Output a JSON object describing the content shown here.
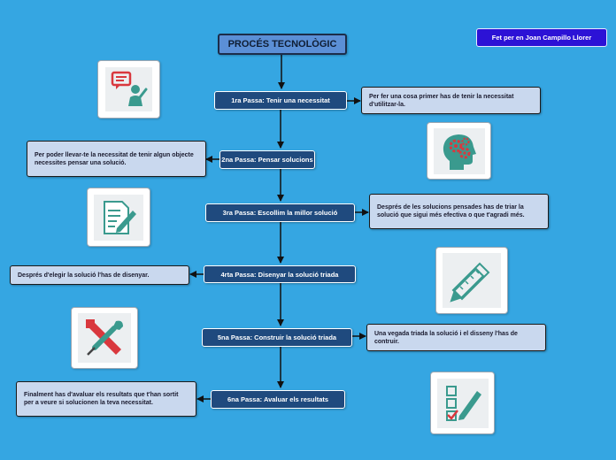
{
  "title": "PROCÉS TECNOLÒGIC",
  "author": "Fet per en Joan Campillo Llorer",
  "steps": [
    {
      "label": "1ra Passa: Tenir una necessitat",
      "note": "Per fer una cosa primer has de tenir la necessitat d'utilitzar-la.",
      "icon": "presenter-speech-icon"
    },
    {
      "label": "2na Passa: Pensar solucions",
      "note": "Per poder llevar-te la necessitat de tenir algun objecte necessites pensar una solució.",
      "icon": "head-gears-icon"
    },
    {
      "label": "3ra Passa: Escollim la millor solució",
      "note": "Després de les solucions pensades has de triar la solució que sigui més efectiva o que t'agradi més.",
      "icon": "document-pencil-icon"
    },
    {
      "label": "4rta Passa: Disenyar la solució triada",
      "note": "Després d'elegir la solució l'has de disenyar.",
      "icon": "ruler-pencil-icon"
    },
    {
      "label": "5na Passa: Construir la solució triada",
      "note": "Una vegada triada la solució i el disseny l'has de contruir.",
      "icon": "tools-icon"
    },
    {
      "label": "6na Passa: Avaluar els resultats",
      "note": "Finalment has d'avaluar els resultats que t'han sortit per a veure si solucionen la teva necessitat.",
      "icon": "checklist-pen-icon"
    }
  ],
  "colors": {
    "background": "#35a6e2",
    "step_fill": "#1f4a7e",
    "note_fill": "#c9d8ee",
    "title_fill": "#5b8fd6",
    "author_fill": "#2c12d6",
    "icon_red": "#d9383e",
    "icon_teal": "#3a9a8e"
  }
}
